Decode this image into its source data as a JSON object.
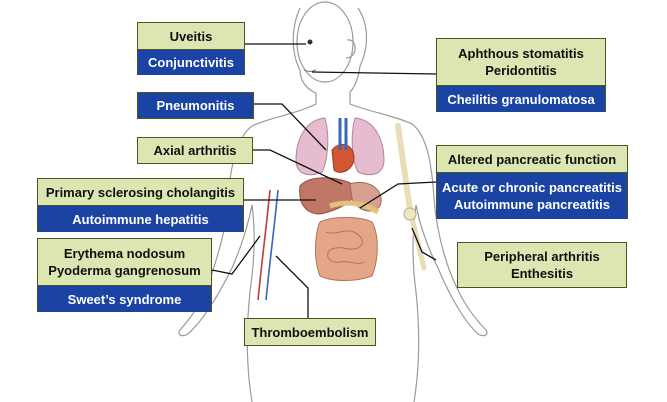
{
  "colors": {
    "label_green": "#dbe6b3",
    "label_blue": "#1b43a3",
    "label_border": "#4b5520",
    "leader_line": "#111111"
  },
  "labels": {
    "uveitis": "Uveitis",
    "conjunctivitis": "Conjunctivitis",
    "aphthous_stomatitis": "Aphthous stomatitis",
    "peridontitis": "Peridontitis",
    "cheilitis": "Cheilitis granulomatosa",
    "pneumonitis": "Pneumonitis",
    "axial_arthritis": "Axial arthritis",
    "psc": "Primary sclerosing cholangitis",
    "autoimmune_hepatitis": "Autoimmune hepatitis",
    "erythema_nodosum": "Erythema nodosum",
    "pyoderma": "Pyoderma gangrenosum",
    "sweets": "Sweet’s syndrome",
    "altered_pancreatic": "Altered pancreatic function",
    "acute_chronic_pancreatitis": "Acute or chronic pancreatitis",
    "autoimmune_pancreatitis": "Autoimmune pancreatitis",
    "peripheral_arthritis": "Peripheral arthritis",
    "enthesitis": "Enthesitis",
    "thromboembolism": "Thromboembolism"
  }
}
